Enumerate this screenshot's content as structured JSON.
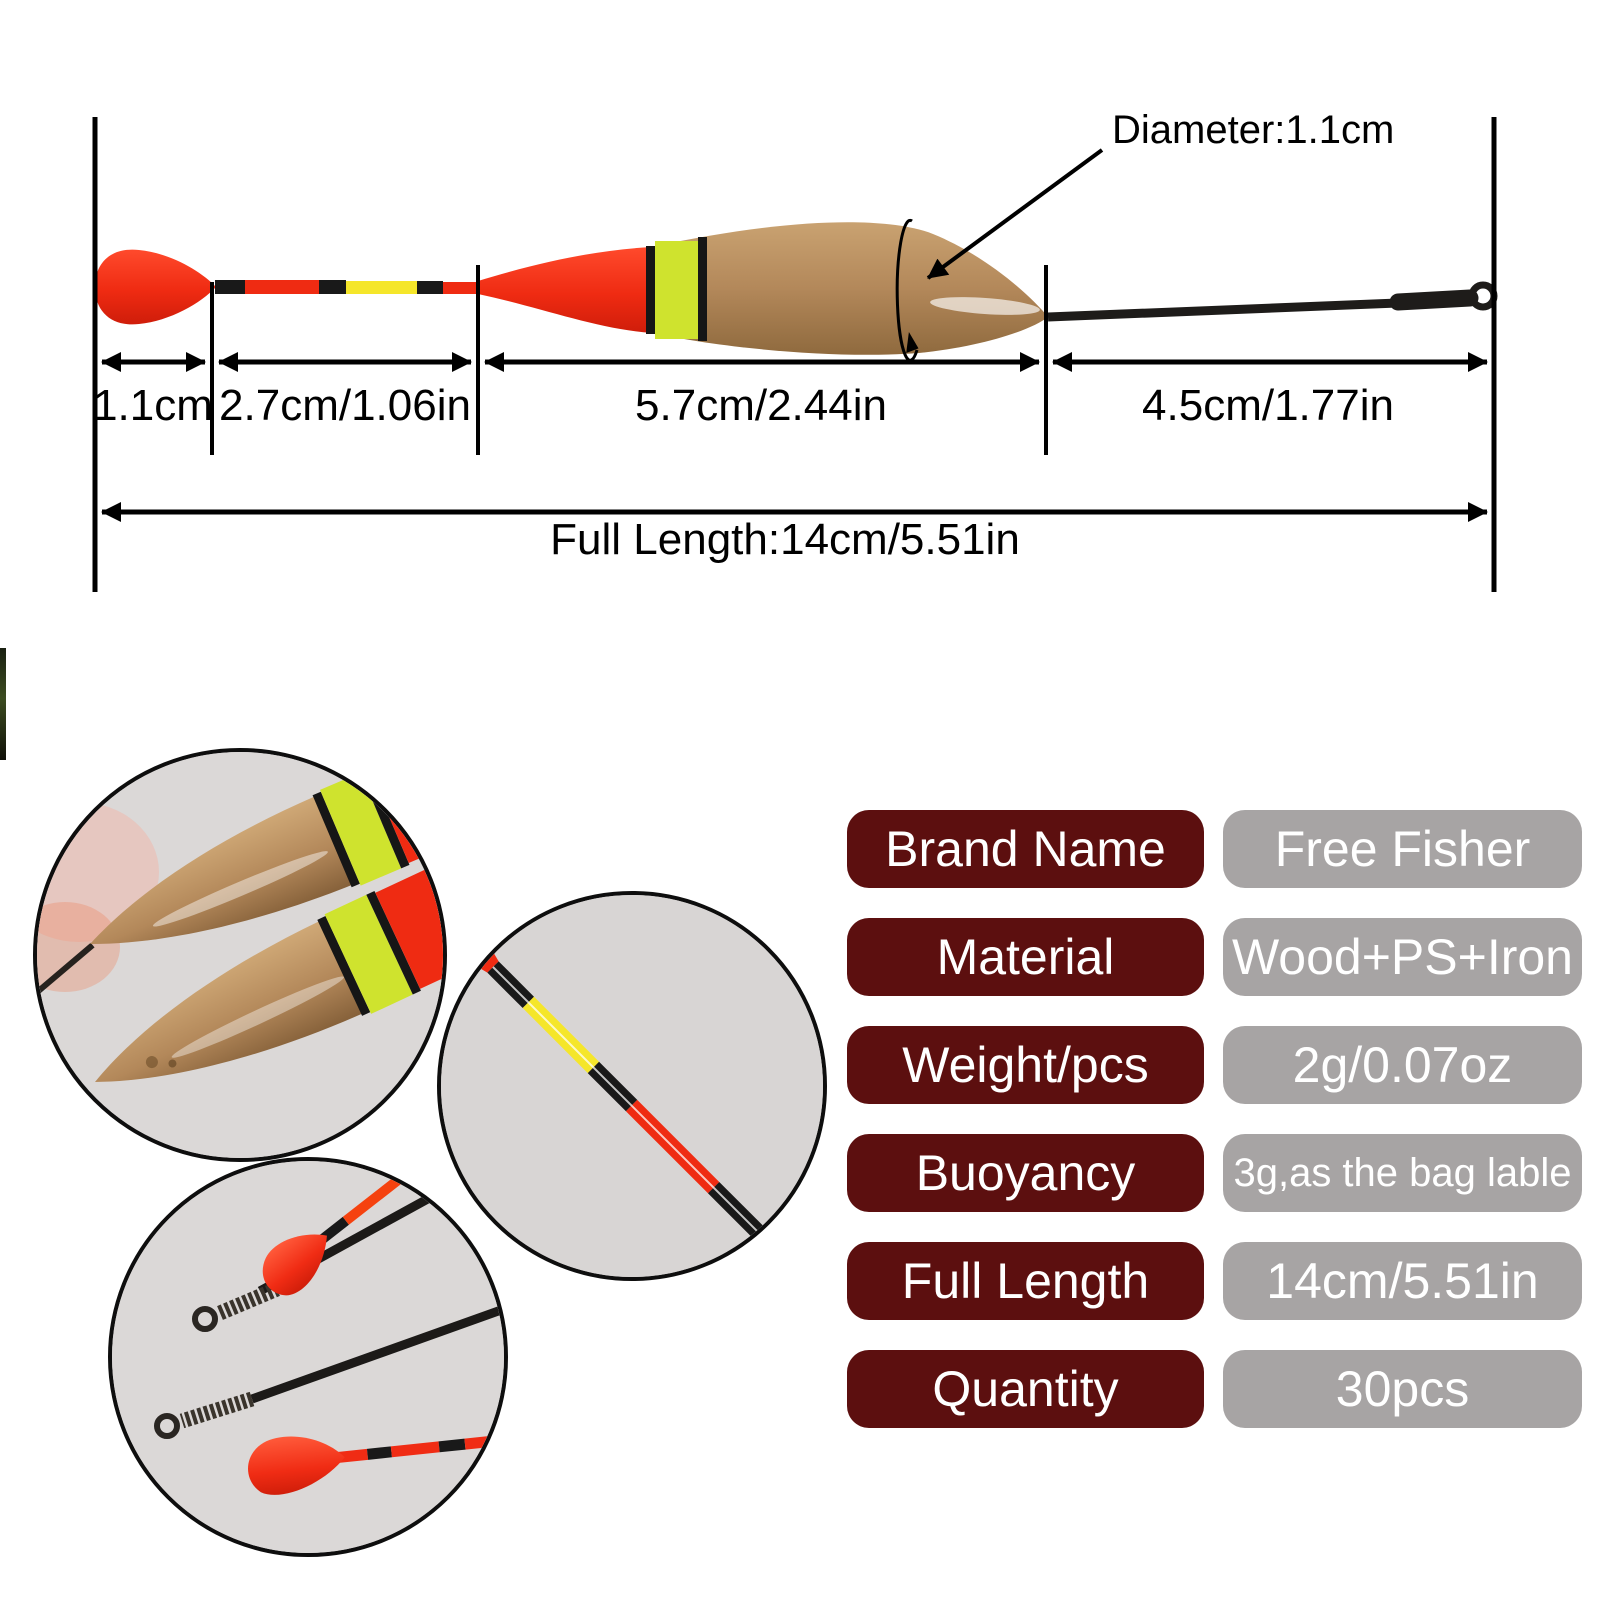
{
  "diagram": {
    "diameter_label": "Diameter:1.1cm",
    "segment_labels": [
      "1.1cm",
      "2.7cm/1.06in",
      "5.7cm/2.44in",
      "4.5cm/1.77in"
    ],
    "full_length_label": "Full Length:14cm/5.51in"
  },
  "colors": {
    "float_red": "#f23018",
    "antenna_yellow": "#f5e62a",
    "band_chartreuse": "#cfe32e",
    "wood_brown": "#b3885a",
    "wire_black": "#1e1c1a",
    "annotation_black": "#000000",
    "table_label_bg": "#5c0f0f",
    "table_value_bg": "#a7a4a4",
    "table_text": "#ffffff"
  },
  "spec_table": {
    "rows": [
      {
        "label": "Brand Name",
        "value": "Free Fisher"
      },
      {
        "label": "Material",
        "value": "Wood+PS+Iron"
      },
      {
        "label": "Weight/pcs",
        "value": "2g/0.07oz"
      },
      {
        "label": "Buoyancy",
        "value": "3g,as the bag lable"
      },
      {
        "label": "Full Length",
        "value": "14cm/5.51in"
      },
      {
        "label": "Quantity",
        "value": "30pcs"
      }
    ]
  }
}
